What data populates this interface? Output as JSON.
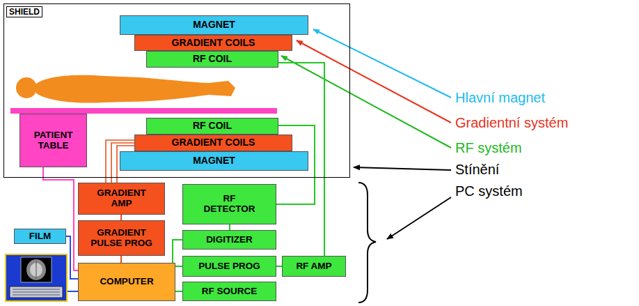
{
  "diagram": {
    "nodes": [
      {
        "text": [
          "SHIELD"
        ]
      },
      {
        "text": [
          "MAGNET"
        ],
        "in": 0
      },
      {
        "text": [
          "GRADIENT COILS"
        ],
        "in": 0
      },
      {
        "text": [
          "RF COIL"
        ],
        "in": 0
      },
      {
        "text": [
          "PATIENT TABLE"
        ],
        "in": 0
      },
      {
        "text": [
          "RF COIL"
        ],
        "in": 0
      },
      {
        "text": [
          "GRADIENT COILS"
        ],
        "in": 0
      },
      {
        "text": [
          "MAGNET"
        ],
        "in": 0
      },
      {
        "text": [
          "GRADIENT AMP"
        ]
      },
      {
        "text": [
          "RF DETECTOR"
        ]
      },
      {
        "text": [
          "GRADIENT PULSE PROG"
        ]
      },
      {
        "text": [
          "FILM"
        ]
      },
      {
        "text": [
          "DIGITIZER"
        ]
      },
      {
        "text": [
          "PULSE PROG"
        ]
      },
      {
        "text": [
          "RF AMP"
        ]
      },
      {
        "text": [
          "COMPUTER"
        ]
      },
      {
        "text": [
          "RF SOURCE"
        ]
      }
    ],
    "edges": [
      {
        "from": 8,
        "to": 6,
        "arrow": "none"
      },
      {
        "from": 4,
        "to": 15,
        "arrow": "none"
      },
      {
        "from": 3,
        "to": 14,
        "arrow": "none"
      },
      {
        "from": 5,
        "to": 9,
        "arrow": "none"
      },
      {
        "from": 9,
        "to": 12,
        "arrow": "none"
      },
      {
        "from": 12,
        "to": 15,
        "arrow": "none"
      },
      {
        "from": 13,
        "to": 15,
        "arrow": "none"
      },
      {
        "from": 13,
        "to": 14,
        "arrow": "none"
      },
      {
        "from": 16,
        "to": 15,
        "arrow": "none"
      },
      {
        "from": 8,
        "to": 10,
        "arrow": "none"
      },
      {
        "from": 10,
        "to": 15,
        "arrow": "none"
      },
      {
        "from": 15,
        "to": 11,
        "arrow": "none"
      }
    ],
    "labels": [
      "Hlavní magnet",
      "Gradientní systém",
      "RF systém",
      "Stínění",
      "PC systém"
    ]
  }
}
